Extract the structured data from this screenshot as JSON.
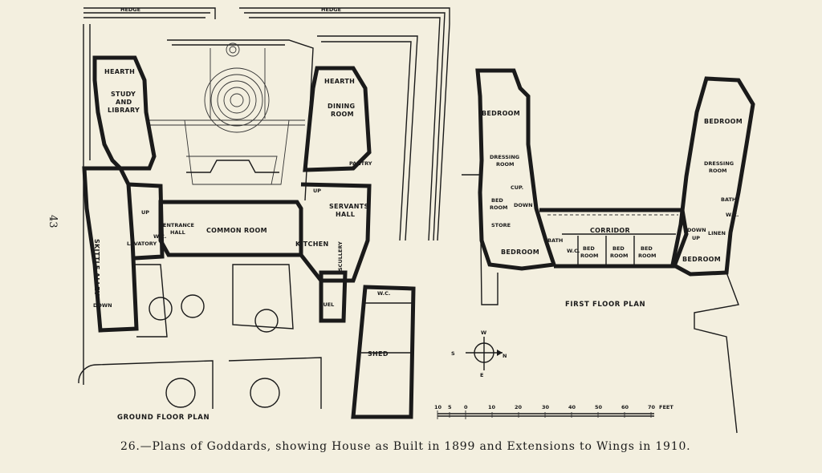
{
  "page_number": "43",
  "caption": "26.—Plans of Goddards, showing House as Built in 1899 and Extensions to Wings in 1910.",
  "ground_floor": {
    "title": "GROUND FLOOR PLAN",
    "hedge_left": "HEDGE",
    "hedge_right": "HEDGE",
    "rooms": {
      "hearth_left": "HEARTH",
      "study_1": "STUDY",
      "study_2": "AND",
      "study_3": "LIBRARY",
      "hearth_right": "HEARTH",
      "dining_1": "DINING",
      "dining_2": "ROOM",
      "pantry": "PANTRY",
      "up_left": "UP",
      "up_right": "UP",
      "entrance_1": "ENTRANCE",
      "entrance_2": "HALL",
      "common_room": "COMMON ROOM",
      "servants_1": "SERVANTS",
      "servants_2": "HALL",
      "kitchen": "KITCHEN",
      "scullery": "SCULLERY",
      "skittle_alley": "SKITTLE ALLEY",
      "lavatory": "LAVATORY",
      "wc": "W.C.",
      "down": "DOWN",
      "fuel": "FUEL",
      "wc_shed": "W.C.",
      "shed": "SHED"
    }
  },
  "first_floor": {
    "title": "FIRST FLOOR PLAN",
    "rooms": {
      "bedroom_nw": "BEDROOM",
      "dressing_w_1": "DRESSING",
      "dressing_w_2": "ROOM",
      "cup": "CUP.",
      "bed_room_w_1": "BED",
      "bed_room_w_2": "ROOM",
      "down_w": "DOWN",
      "store": "STORE",
      "bedroom_sw": "BEDROOM",
      "bath_w": "BATH",
      "corridor": "CORRIDOR",
      "wc_c": "W.C.",
      "bed_room_1a": "BED",
      "bed_room_1b": "ROOM",
      "bed_room_2a": "BED",
      "bed_room_2b": "ROOM",
      "bed_room_3a": "BED",
      "bed_room_3b": "ROOM",
      "bedroom_ne": "BEDROOM",
      "dressing_e_1": "DRESSING",
      "dressing_e_2": "ROOM",
      "bath_e": "BATH",
      "wc_e": "W.C.",
      "linen": "LINEN",
      "down_e": "DOWN",
      "up_e": "UP",
      "bedroom_se": "BEDROOM"
    }
  },
  "compass": {
    "w": "W",
    "s": "S",
    "n": "N",
    "e": "E"
  },
  "scale": {
    "ticks": [
      "10",
      "5",
      "0",
      "10",
      "20",
      "30",
      "40",
      "50",
      "60",
      "70"
    ],
    "unit": "FEET"
  }
}
